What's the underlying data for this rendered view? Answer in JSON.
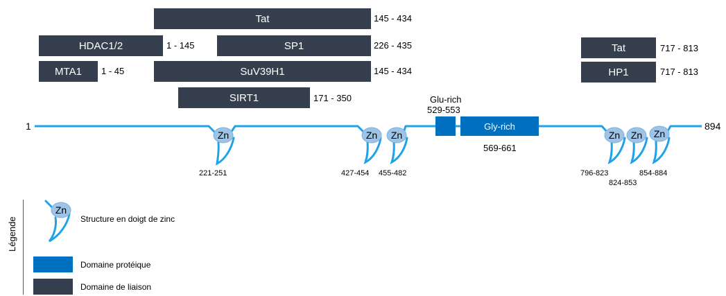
{
  "colors": {
    "binding_domain": "#363f4e",
    "protein_domain": "#0070c0",
    "backbone": "#1fa3e8",
    "zinc_oval": "#9dc3e6"
  },
  "binding_domains": [
    {
      "label": "Tat",
      "range": "145 - 434"
    },
    {
      "label": "HDAC1/2",
      "range": "1 - 145"
    },
    {
      "label": "SP1",
      "range": "226 - 435"
    },
    {
      "label": "MTA1",
      "range": "1 - 45"
    },
    {
      "label": "SuV39H1",
      "range": "145 - 434"
    },
    {
      "label": "SIRT1",
      "range": "171 - 350"
    },
    {
      "label": "Tat",
      "range": "717 - 813"
    },
    {
      "label": "HP1",
      "range": "717 - 813"
    }
  ],
  "protein_domains": [
    {
      "label": "",
      "top_label": "Glu-rich",
      "range": "529-553"
    },
    {
      "label": "Gly-rich",
      "range": "569-661"
    }
  ],
  "backbone": {
    "start": "1",
    "end": "894"
  },
  "zinc_fingers": [
    {
      "label": "Zn",
      "range": "221-251"
    },
    {
      "label": "Zn",
      "range": "427-454"
    },
    {
      "label": "Zn",
      "range": "455-482"
    },
    {
      "label": "Zn",
      "range": "796-823"
    },
    {
      "label": "Zn",
      "range": "824-853"
    },
    {
      "label": "Zn",
      "range": "854-884"
    }
  ],
  "legend": {
    "title": "Légende",
    "zinc_label": "Zn",
    "zinc_text": "Structure en doigt de zinc",
    "protein_text": "Domaine protéique",
    "binding_text": "Domaine de liaison"
  }
}
